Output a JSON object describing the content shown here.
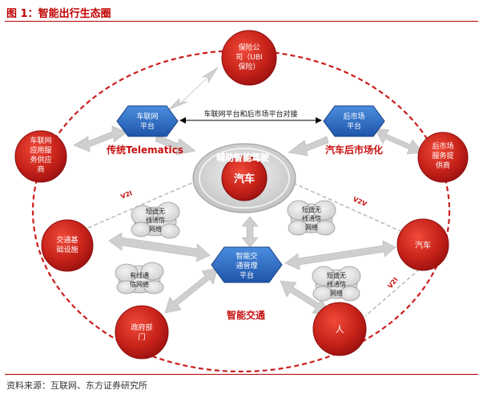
{
  "figure": {
    "title": "图 1：智能出行生态圈",
    "source": "资料来源：互联网、东方证券研究所"
  },
  "colors": {
    "title_red": "#c00000",
    "circle_red": "#cc1d1d",
    "hex_blue": "#2f6cc4",
    "arrow_gray": "#c9c9c9",
    "label_red": "#c81010"
  },
  "nodes": {
    "insurance": {
      "lines": [
        "保险公",
        "司（UBI",
        "保险）"
      ]
    },
    "telematics_platform": {
      "lines": [
        "车联网",
        "平台"
      ]
    },
    "aftermarket_platform": {
      "lines": [
        "后市场",
        "平台"
      ]
    },
    "telematics_supplier": {
      "lines": [
        "车联网",
        "应用服",
        "务供应",
        "商"
      ]
    },
    "aftermarket_supplier": {
      "lines": [
        "后市场",
        "服务提",
        "供商"
      ]
    },
    "car_center": {
      "label": "汽车"
    },
    "traffic_infra": {
      "lines": [
        "交通基",
        "础设施"
      ]
    },
    "car_right": {
      "label": "汽车"
    },
    "traffic_platform": {
      "lines": [
        "智能交",
        "通管理",
        "平台"
      ]
    },
    "government": {
      "lines": [
        "政府部",
        "门"
      ]
    },
    "person": {
      "label": "人"
    }
  },
  "labels": {
    "platform_link": "车联网平台和后市场平台对接",
    "traditional_telematics": "传统Telematics",
    "aftermarket": "汽车后市场化",
    "assisted_driving": "辅助智能驾驶",
    "smart_traffic": "智能交通",
    "v2i_left": "V2I",
    "v2v": "V2V",
    "v2i_right": "V2I"
  },
  "clouds": {
    "short_left": {
      "lines": [
        "短途无",
        "线通信",
        "网络"
      ]
    },
    "short_right": {
      "lines": [
        "短途无",
        "线通信",
        "网络"
      ]
    },
    "wired": {
      "lines": [
        "有线通",
        "信网络"
      ]
    },
    "short_bottom": {
      "lines": [
        "短途无",
        "线通信",
        "网络"
      ]
    }
  }
}
